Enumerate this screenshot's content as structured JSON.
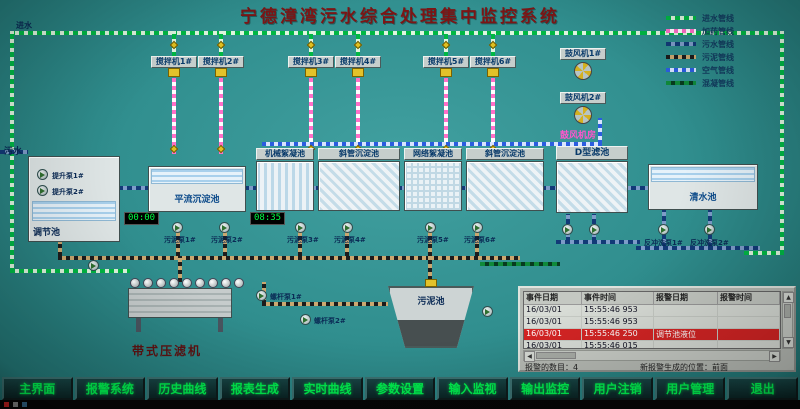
{
  "title": "宁德漳湾污水综合处理集中监控系统",
  "side_labels": {
    "inlet": "进水",
    "sewage": "污水"
  },
  "legend": {
    "items": [
      {
        "label": "进水管线",
        "color": "#00b844"
      },
      {
        "label": "加药管线",
        "color": "#ff6fc8"
      },
      {
        "label": "污水管线",
        "color": "#123a77"
      },
      {
        "label": "污泥管线",
        "color": "#1c1c1c"
      },
      {
        "label": "空气管线",
        "color": "#2b5de0"
      },
      {
        "label": "混凝管线",
        "color": "#0f8a3a"
      }
    ]
  },
  "equipment": {
    "mixers": [
      "搅拌机1#",
      "搅拌机2#",
      "搅拌机3#",
      "搅拌机4#",
      "搅拌机5#",
      "搅拌机6#"
    ],
    "blowers": [
      "鼓风机1#",
      "鼓风机2#"
    ],
    "blower_room": "鼓风机房",
    "tanks": {
      "regulating": "调节池",
      "horizontal_sed": "平流沉淀池",
      "mech_floc": "机械絮凝池",
      "inclined_sed1": "斜管沉淀池",
      "grid_floc": "网络絮凝池",
      "inclined_sed2": "斜管沉淀池",
      "d_filter": "D型滤池",
      "clear_water": "清水池",
      "sludge": "污泥池"
    },
    "belt_press": "带式压滤机",
    "pumps": {
      "lift1": "提升泵1#",
      "lift2": "提升泵2#",
      "mud1": "污泥泵1#",
      "mud2": "污泥泵2#",
      "mud3": "污泥泵3#",
      "mud4": "污泥泵4#",
      "mud5": "污泥泵5#",
      "mud6": "污泥泵6#",
      "screw1": "螺杆泵1#",
      "screw2": "螺杆泵2#",
      "backwash1": "反冲洗泵1#",
      "backwash2": "反冲洗泵2#"
    },
    "timers": {
      "t1": "00:00",
      "t2": "08:35"
    }
  },
  "alarm_panel": {
    "headers": [
      "事件日期",
      "事件时间",
      "报警日期",
      "报警时间"
    ],
    "rows": [
      {
        "c0": "16/03/01",
        "c1": "15:55:46 953",
        "c2": "",
        "c3": ""
      },
      {
        "c0": "16/03/01",
        "c1": "15:55:46 953",
        "c2": "",
        "c3": ""
      },
      {
        "c0": "16/03/01",
        "c1": "15:55:46 250",
        "c2": "调节池液位",
        "c3": ""
      },
      {
        "c0": "16/03/01",
        "c1": "15:55:46 015",
        "c2": "",
        "c3": ""
      }
    ],
    "status_left": "报警的数目：4",
    "status_right": "新报警生成的位置：前面"
  },
  "menu": {
    "buttons": [
      "主界面",
      "报警系统",
      "历史曲线",
      "报表生成",
      "实时曲线",
      "参数设置",
      "输入监视",
      "输出监控",
      "用户注销",
      "用户管理",
      "退出"
    ]
  }
}
